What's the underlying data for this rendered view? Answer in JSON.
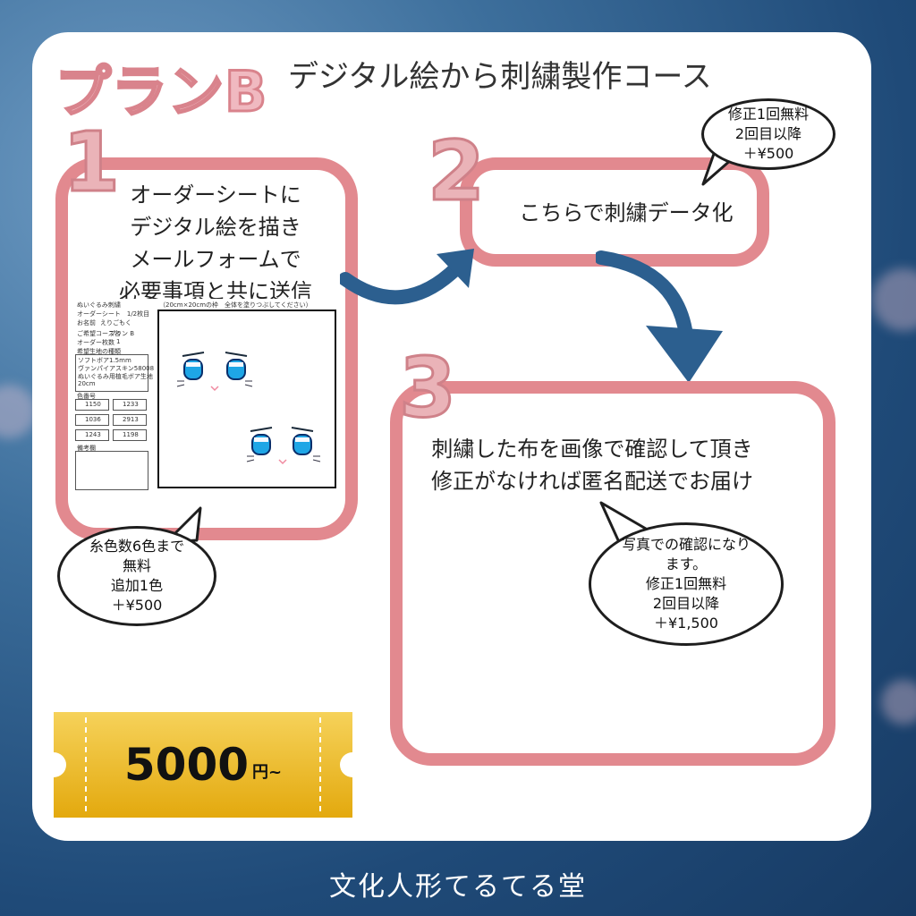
{
  "header": {
    "plan_label": "プランB",
    "course_title": "デジタル絵から刺繍製作コース"
  },
  "steps": [
    {
      "number": "1",
      "lines": [
        "オーダーシートに",
        "デジタル絵を描き",
        "メールフォームで",
        "必要事項と共に送信"
      ]
    },
    {
      "number": "2",
      "lines": [
        "こちらで刺繍データ化"
      ]
    },
    {
      "number": "3",
      "lines": [
        "刺繍した布を画像で確認して頂き",
        "修正がなければ匿名配送でお届け"
      ]
    }
  ],
  "bubbles": {
    "step2_note": [
      "修正1回無料",
      "2回目以降",
      "＋¥500"
    ],
    "step1_note": [
      "糸色数6色まで",
      "無料",
      "追加1色",
      "＋¥500"
    ],
    "step3_note": [
      "写真での確認になり",
      "ます。",
      "修正1回無料",
      "2回目以降",
      "＋¥1,500"
    ]
  },
  "order_sheet": {
    "title": "ぬいぐるみ刺繍",
    "subtitle": "オーダーシート　1/2枚目",
    "name_label": "お名前",
    "name_value": "えりごもく",
    "course_label": "ご希望コース名",
    "course_value": "プラン B",
    "count_label": "オーダー枚数",
    "count_value": "1",
    "fabric_label": "希望生地の種類",
    "fabric_lines": [
      "ソフトボア1.5mm",
      "ヴァンパイアスキン58008",
      "ぬいぐるみ用植毛ボア生地",
      "20cm"
    ],
    "colors_label": "色番号",
    "color_codes": [
      "1150",
      "1233",
      "1036",
      "2913",
      "1243",
      "1198"
    ],
    "remarks_label": "備考欄",
    "canvas_note": "（20cm×20cmの枠　全体を塗りつぶしてください）"
  },
  "price": {
    "amount": "5000",
    "unit": "円~"
  },
  "footer": {
    "shop_name": "文化人形てるてる堂"
  },
  "colors": {
    "accent_pink": "#e2898f",
    "arrow_blue": "#2c5f8f",
    "ticket_gold": "#e8b423"
  }
}
